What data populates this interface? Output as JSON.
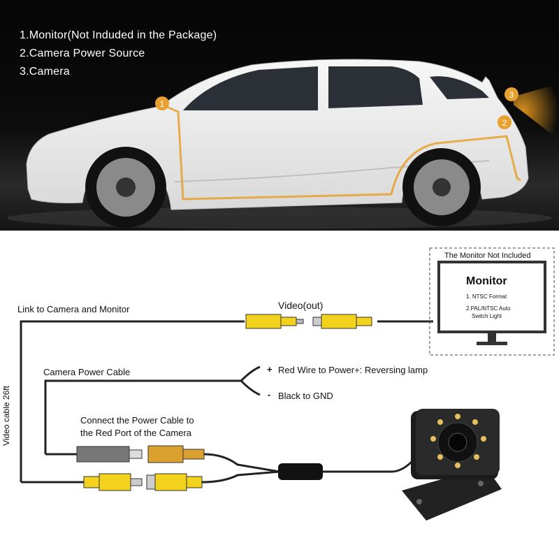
{
  "legend": {
    "item1": "1.Monitor(Not Induded in the Package)",
    "item2": "2.Camera Power Source",
    "item3": "3.Camera"
  },
  "markers": {
    "m1": "1",
    "m2": "2",
    "m3": "3"
  },
  "monitor": {
    "header": "The Monitor Not Included",
    "title": "Monitor",
    "spec1": "1. NTSC Format",
    "spec2a": "2.PAL/NTSC Auto",
    "spec2b": "Switch Light"
  },
  "wiring": {
    "link_label": "Link to Camera and Monitor",
    "video_out": "Video(out)",
    "power_cable": "Camera Power Cable",
    "red_wire_sign": "+",
    "red_wire": "Red Wire to Power+: Reversing lamp",
    "black_sign": "-",
    "black_wire": "Black to GND",
    "connect_line1": "Connect the Power Cable to",
    "connect_line2": "the Red Port of the Camera",
    "video_cable": "Video cable 26ft"
  },
  "colors": {
    "accent_orange": "#e8a030",
    "rca_yellow": "#f2d21c",
    "wire": "#222222"
  }
}
